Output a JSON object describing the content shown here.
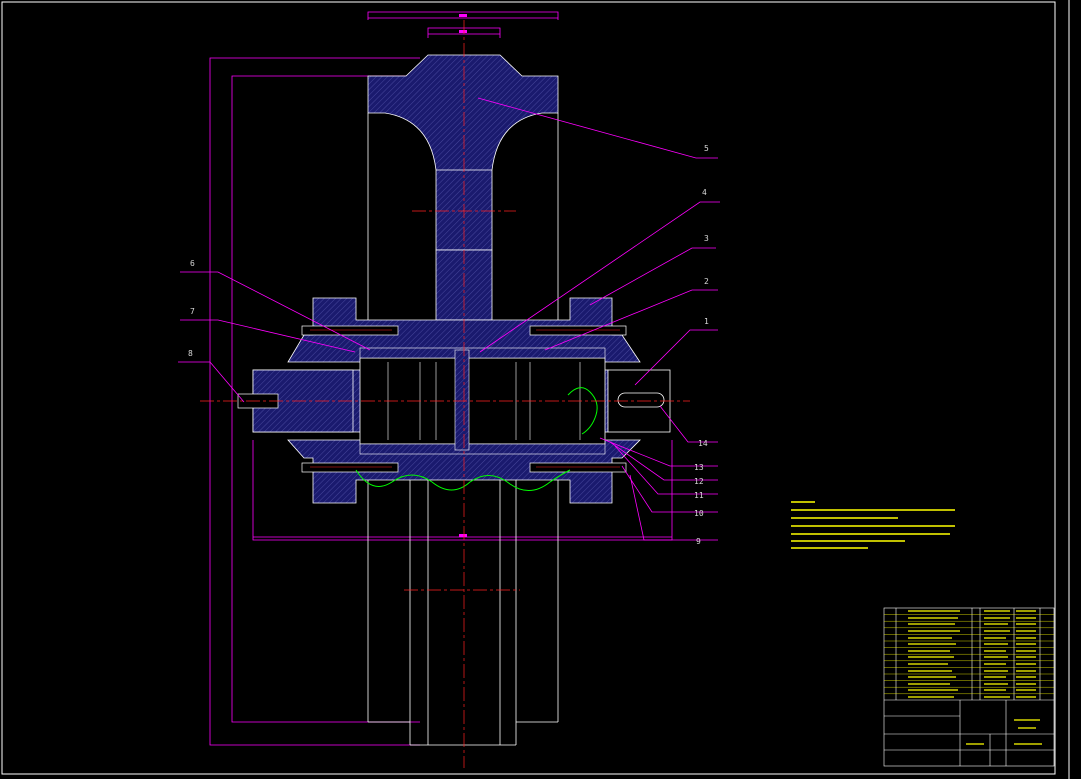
{
  "drawing": {
    "balloons": [
      "1",
      "2",
      "3",
      "4",
      "5",
      "6",
      "7",
      "8",
      "9",
      "10",
      "11",
      "12",
      "13",
      "14"
    ],
    "colors": {
      "background": "#000000",
      "leader": "#ff00ff",
      "part_fill": "#1a1a6e",
      "outline": "#ffffff",
      "centerline": "#ff2020",
      "break_line": "#00ff00",
      "text_yellow": "#ffff00"
    }
  }
}
